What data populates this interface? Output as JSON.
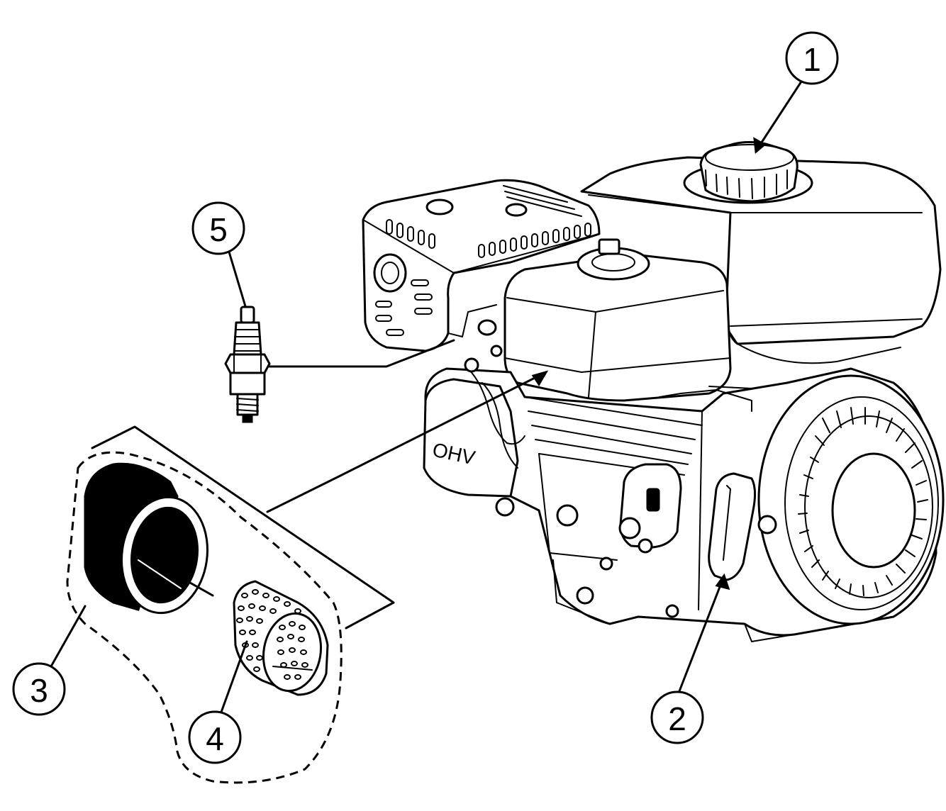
{
  "figure": {
    "engine_marking": "OHV",
    "callouts": [
      {
        "id": "1",
        "label": "1"
      },
      {
        "id": "2",
        "label": "2"
      },
      {
        "id": "3",
        "label": "3"
      },
      {
        "id": "4",
        "label": "4"
      },
      {
        "id": "5",
        "label": "5"
      }
    ]
  },
  "colors": {
    "line": "#000000",
    "background": "#ffffff"
  }
}
